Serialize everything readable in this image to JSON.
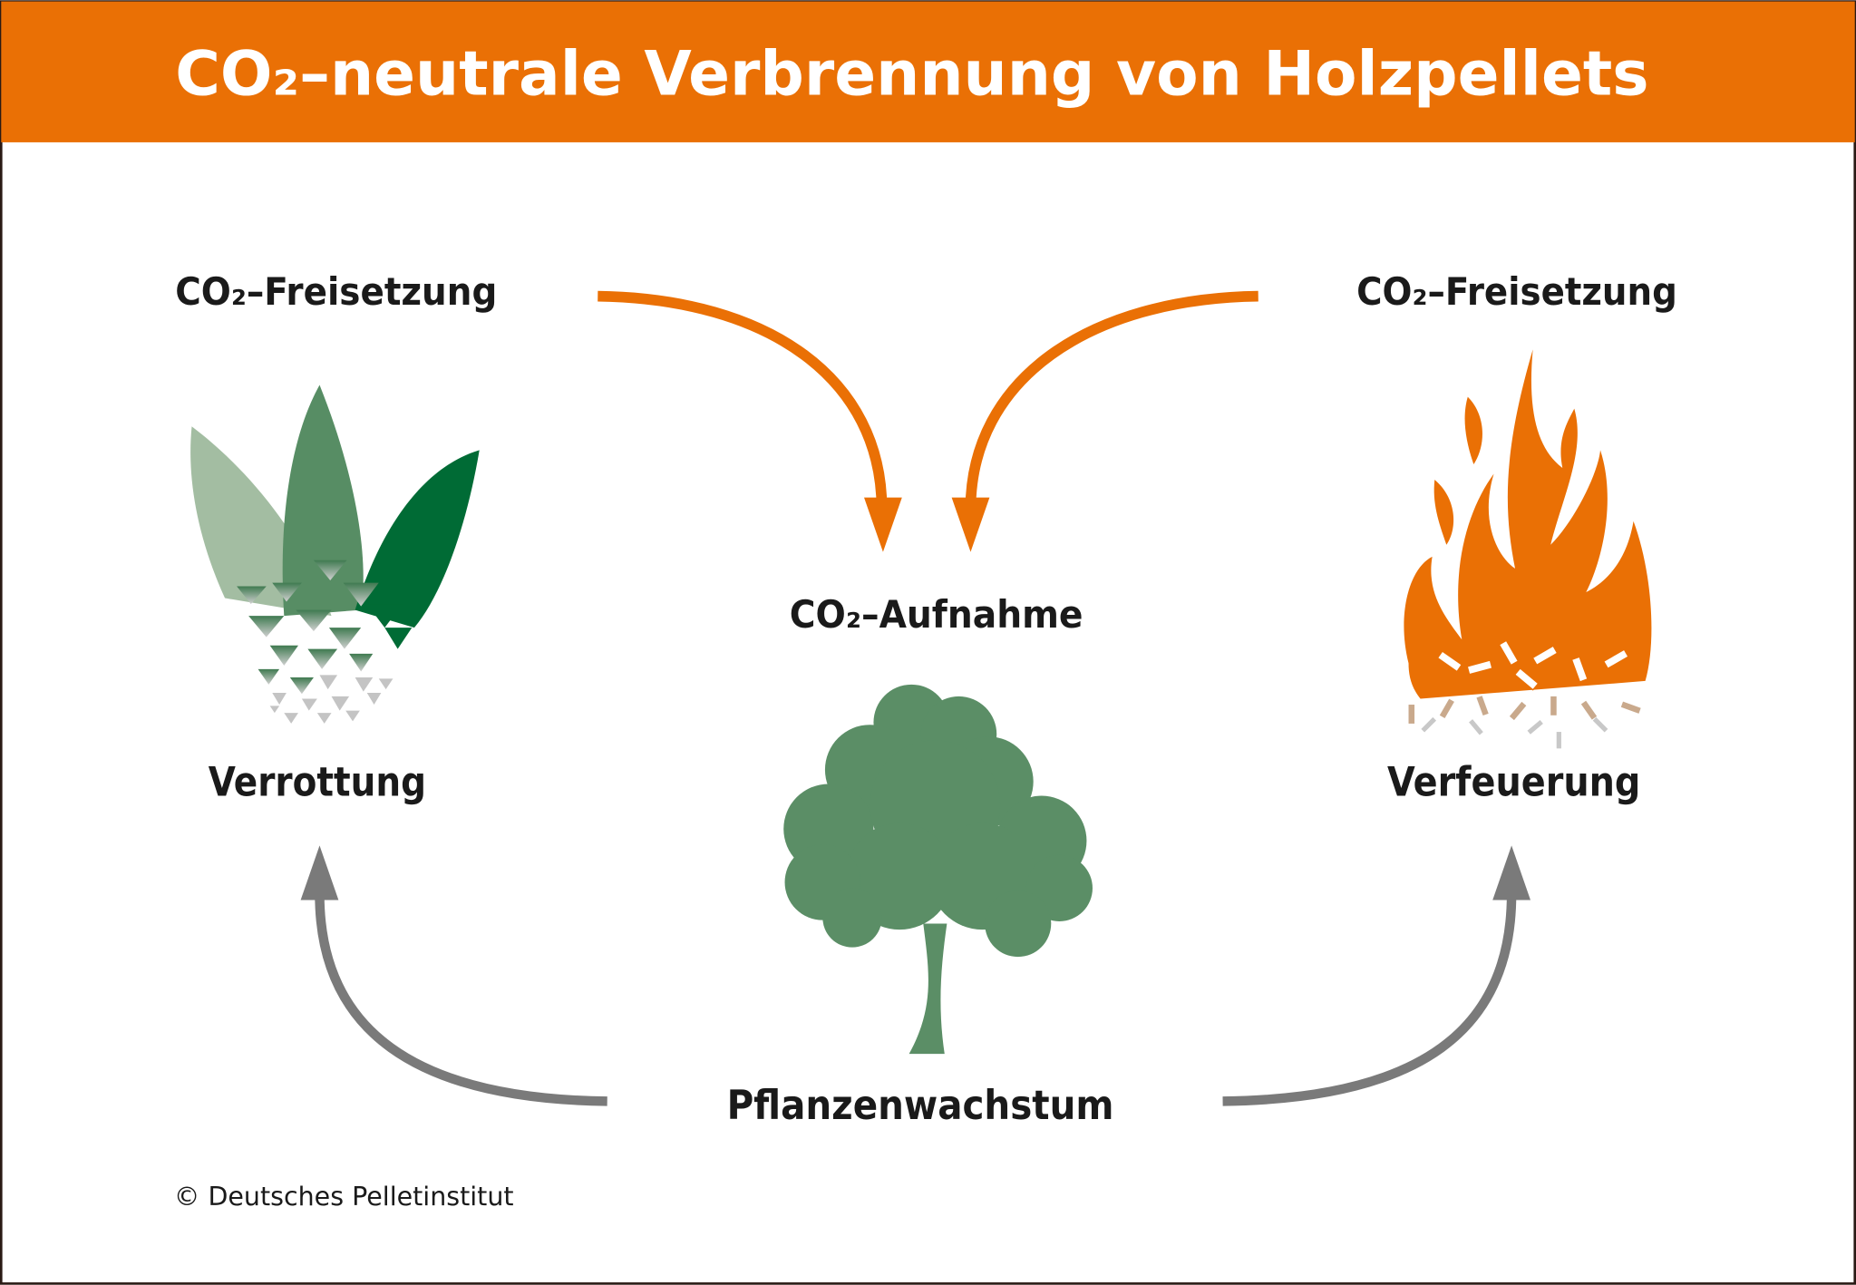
{
  "title": "CO₂–neutrale Verbrennung von Holzpellets",
  "labels": {
    "release_left": "CO₂–Freisetzung",
    "release_right": "CO₂–Freisetzung",
    "uptake": "CO₂–Aufnahme",
    "decay": "Verrottung",
    "combustion": "Verfeuerung",
    "growth": "Pflanzenwachstum"
  },
  "copyright": "© Deutsches Pelletinstitut",
  "colors": {
    "orange": "#EA7005",
    "gray_arrow": "#7a7a7a",
    "tree": "#5B8E66",
    "leaf_light": "#A3BDA2",
    "leaf_mid": "#578D64",
    "leaf_dark": "#006B35",
    "frame": "#2a1a14"
  }
}
